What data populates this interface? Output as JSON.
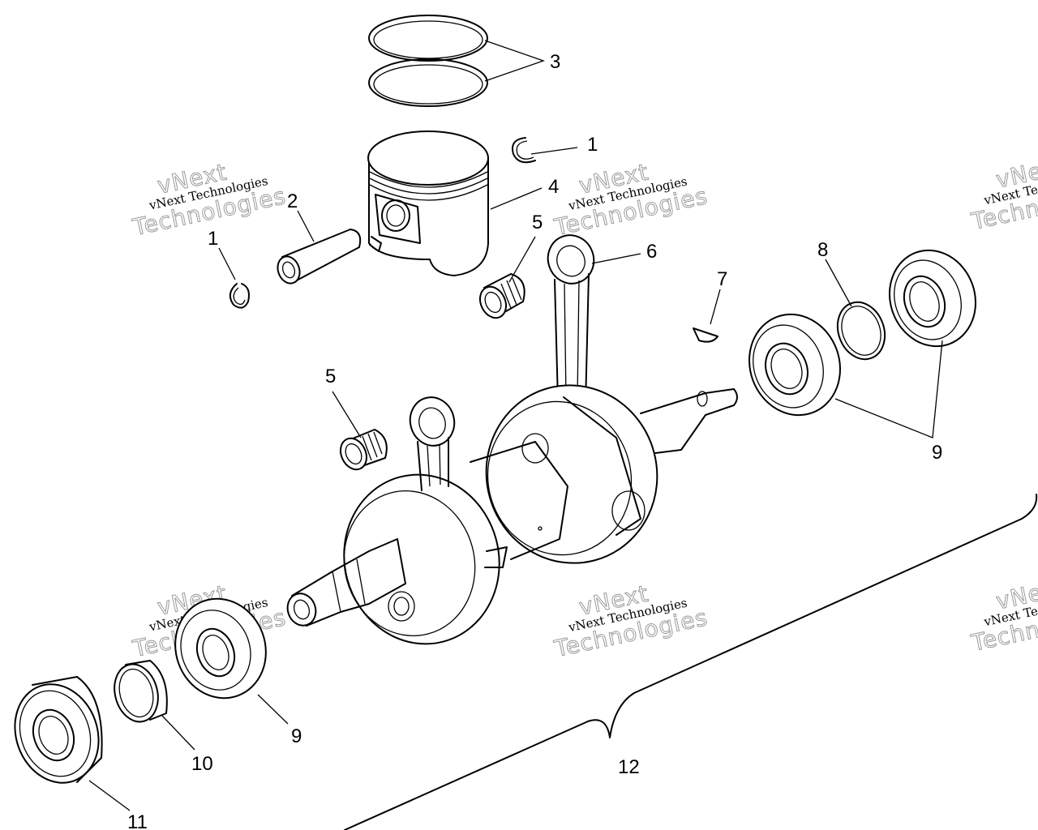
{
  "labels": {
    "retainer_ring_right": "1",
    "retainer_ring_left": "1",
    "wrist_pin": "2",
    "piston_rings": "3",
    "piston": "4",
    "needle_bearing_upper": "5",
    "needle_bearing_lower": "5",
    "connecting_rod": "6",
    "woodruff_key": "7",
    "shim_ring": "8",
    "bearing_right": "9",
    "bearing_left": "9",
    "spacer_ring": "10",
    "seal": "11",
    "crankshaft_assembly": "12"
  },
  "watermark": {
    "line1": "vNext Technologies",
    "line2": "Technologies",
    "line3": "vNext"
  }
}
